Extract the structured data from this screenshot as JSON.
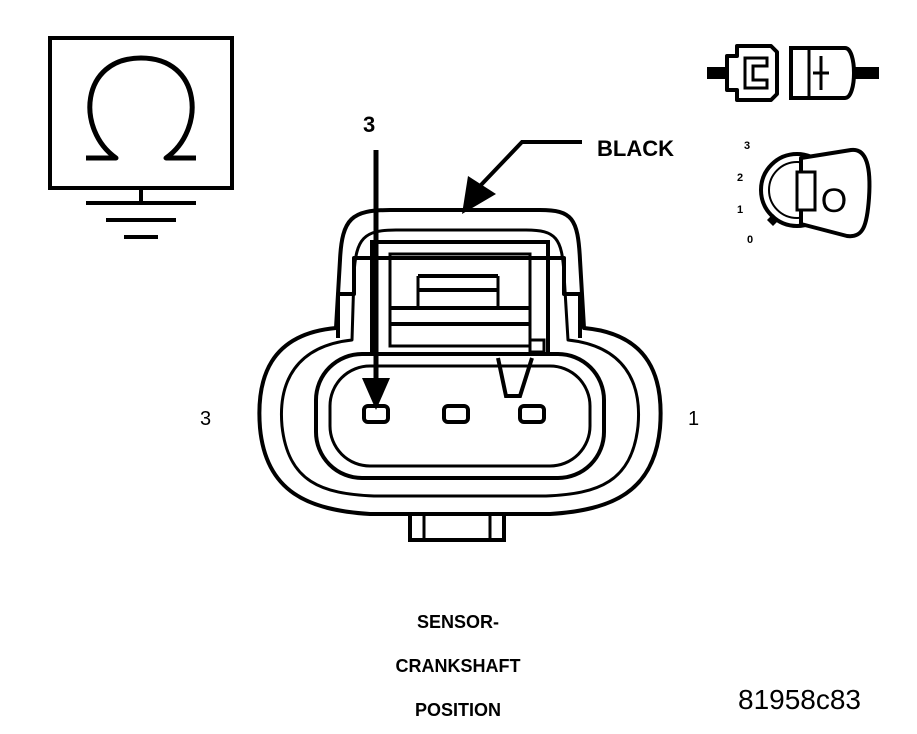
{
  "colors": {
    "ink": "#000000",
    "paper": "#ffffff"
  },
  "icons": {
    "ohmmeter": "ohm-meter-ground-icon",
    "connector": "disconnected-connector-icon",
    "ignition": "ignition-key-off-icon"
  },
  "callouts": {
    "terminal_arrow_label": "3",
    "wire_color": "BLACK"
  },
  "pins": {
    "left": "3",
    "right": "1"
  },
  "ignition": {
    "positions": [
      "3",
      "2",
      "1",
      "0"
    ],
    "key_letter": "O"
  },
  "caption": {
    "line1": "SENSOR-",
    "line2": "CRANKSHAFT",
    "line3": "POSITION"
  },
  "figure_id": "81958c83"
}
